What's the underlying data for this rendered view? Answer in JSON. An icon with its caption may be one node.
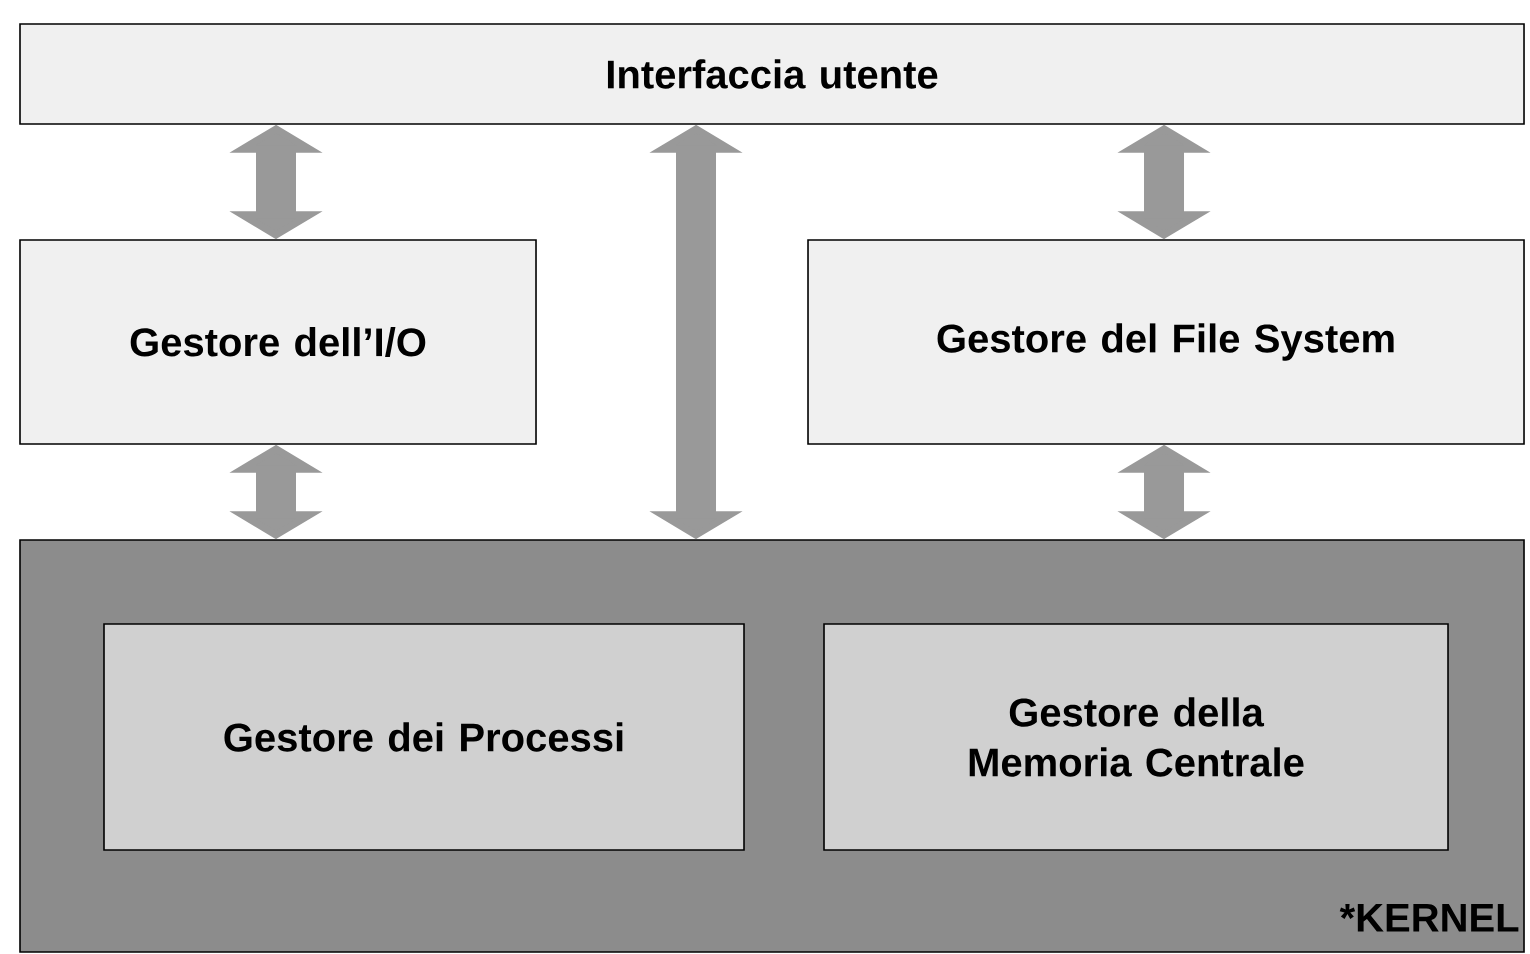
{
  "diagram": {
    "nodes": [
      {
        "text": [
          "Interfaccia utente"
        ]
      },
      {
        "text": [
          "Gestore dell’I/O"
        ]
      },
      {
        "text": [
          "Gestore del File System"
        ]
      },
      {
        "text": [
          "*KERNEL"
        ]
      },
      {
        "text": [
          "Gestore dei Processi"
        ],
        "in": 3
      },
      {
        "text": [
          "Gestore della Memoria Centrale"
        ],
        "in": 3
      }
    ],
    "edges": [
      {
        "from": 1,
        "to": 0,
        "arrow": "both"
      },
      {
        "from": 0,
        "to": 3,
        "arrow": "both"
      },
      {
        "from": 2,
        "to": 0,
        "arrow": "both"
      },
      {
        "from": 1,
        "to": 3,
        "arrow": "both"
      },
      {
        "from": 2,
        "to": 3,
        "arrow": "both"
      }
    ]
  }
}
